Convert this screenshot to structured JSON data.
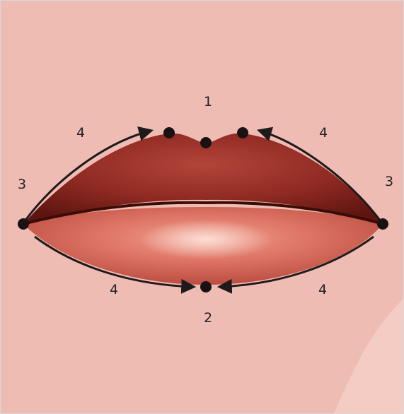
{
  "diagram": {
    "labels": {
      "top_center": "1",
      "bottom_center": "2",
      "left_corner": "3",
      "right_corner": "3",
      "upper_left": "4",
      "upper_right": "4",
      "lower_left": "4",
      "lower_right": "4"
    },
    "colors": {
      "background": "#efbcb4",
      "marker": "#1a1212",
      "arrow": "#1f1a1a",
      "upper_lip_dark": "#6b1812",
      "upper_lip_mid": "#a8372c",
      "lower_lip": "#d9685a",
      "lower_lip_highlight": "#f2b2a4",
      "mouth_line": "#3a0c08"
    },
    "markers": [
      "cupid-bow-left",
      "cupid-bow-center",
      "cupid-bow-right",
      "left-corner",
      "right-corner",
      "lower-lip-center"
    ]
  }
}
